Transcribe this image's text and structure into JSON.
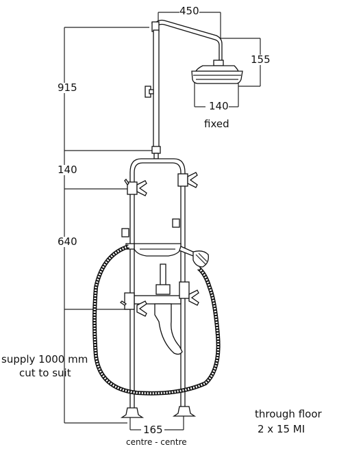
{
  "dimensions": {
    "arm_length": "450",
    "head_height": "155",
    "head_diameter": "140",
    "head_fixed_note": "fixed",
    "riser_height": "915",
    "upper_valve_spacing": "140",
    "lower_height": "640",
    "pipe_centres": "165",
    "centres_note": "centre - centre"
  },
  "notes": {
    "hose_supply_line1": "supply 1000 mm",
    "hose_supply_line2": "cut to suit",
    "floor_line1": "through floor",
    "floor_line2": "2 x 15 MI"
  }
}
